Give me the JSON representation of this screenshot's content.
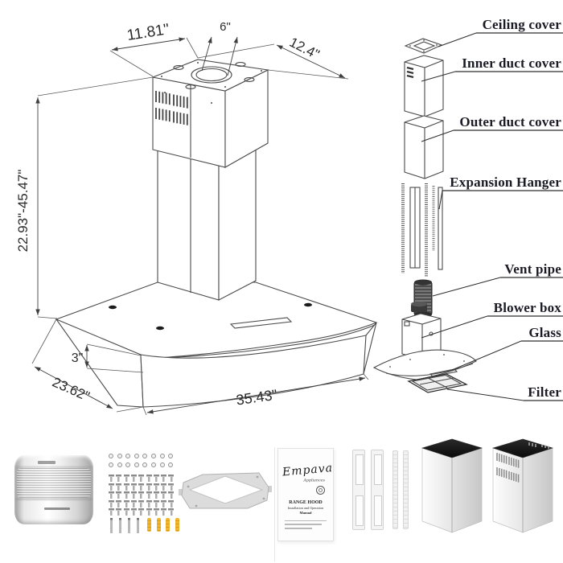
{
  "product_diagram": {
    "dims": {
      "top_width": "11.81\"",
      "duct_diameter": "6\"",
      "top_depth": "12.4\"",
      "height_range": "22.93\"-45.47\"",
      "glass_edge": "3\"",
      "depth": "23.62\"",
      "width": "35.43\""
    }
  },
  "exploded_view": {
    "labels": [
      {
        "text": "Ceiling cover"
      },
      {
        "text": "Inner duct cover"
      },
      {
        "text": "Outer duct cover"
      },
      {
        "text": "Expansion Hanger"
      },
      {
        "text": "Vent pipe"
      },
      {
        "text": "Blower box"
      },
      {
        "text": "Glass"
      },
      {
        "text": "Filter"
      }
    ]
  },
  "included_parts": {
    "manual": {
      "brand": "Empava",
      "brand_tagline": "Appliances",
      "doc_title": "RANGE HOOD",
      "doc_subtitle": "Installation and Operation",
      "doc_subtitle2": "Manual"
    },
    "hardware": {
      "washer_rows": 2,
      "washers_per_row": 8,
      "screw_rows": 5,
      "screws_per_row": 9,
      "long_screws": 4,
      "anchors": 4,
      "anchor_color": "#f0b62f"
    }
  },
  "colors": {
    "line_art": "#4a4a4a",
    "label_text": "#1b1b26",
    "box_top": "#101010",
    "steel_light": "#f7f7f7",
    "steel_mid": "#d9d9d9"
  }
}
